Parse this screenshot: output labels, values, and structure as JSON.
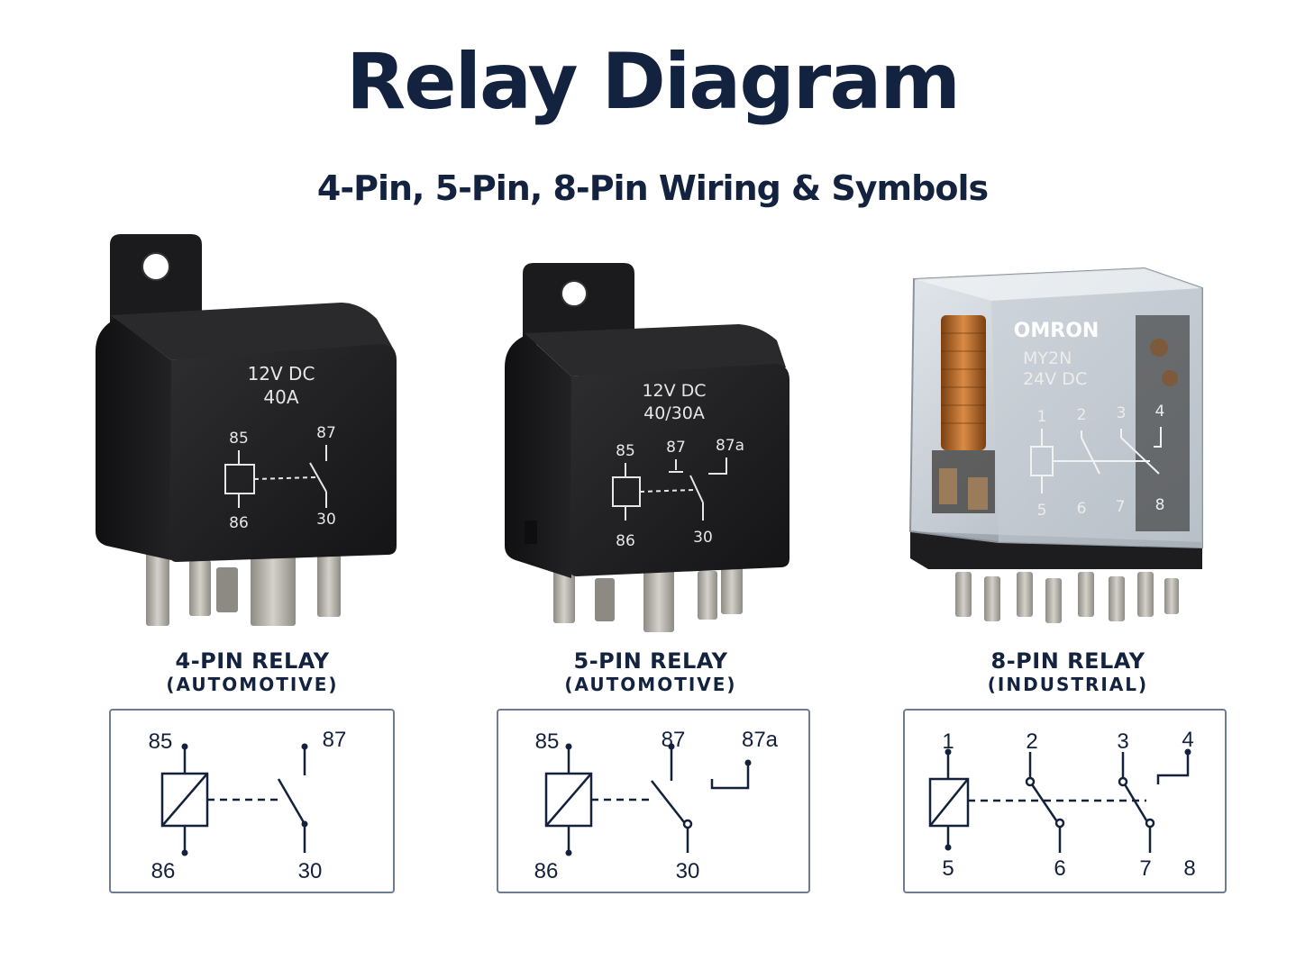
{
  "title": "Relay Diagram",
  "subtitle": "4-Pin, 5-Pin, 8-Pin Wiring & Symbols",
  "relays": [
    {
      "name": "4-PIN RELAY",
      "type": "(AUTOMOTIVE)",
      "photo_label": {
        "voltage": "12V DC",
        "current": "40A"
      },
      "pins": [
        "85",
        "86",
        "87",
        "30"
      ]
    },
    {
      "name": "5-PIN RELAY",
      "type": "(AUTOMOTIVE)",
      "photo_label": {
        "voltage": "12V DC",
        "current": "40/30A"
      },
      "pins": [
        "85",
        "86",
        "87",
        "87a",
        "30"
      ]
    },
    {
      "name": "8-PIN RELAY",
      "type": "(INDUSTRIAL)",
      "photo_label": {
        "brand": "OMRON",
        "model": "MY2N",
        "voltage": "24V DC"
      },
      "pins": [
        "1",
        "2",
        "3",
        "4",
        "5",
        "6",
        "7",
        "8"
      ]
    }
  ],
  "colors": {
    "heading": "#13233f",
    "box_border": "#6d7c92",
    "relay_body": "#1c1c1e",
    "terminal": "#b9b6b0"
  }
}
